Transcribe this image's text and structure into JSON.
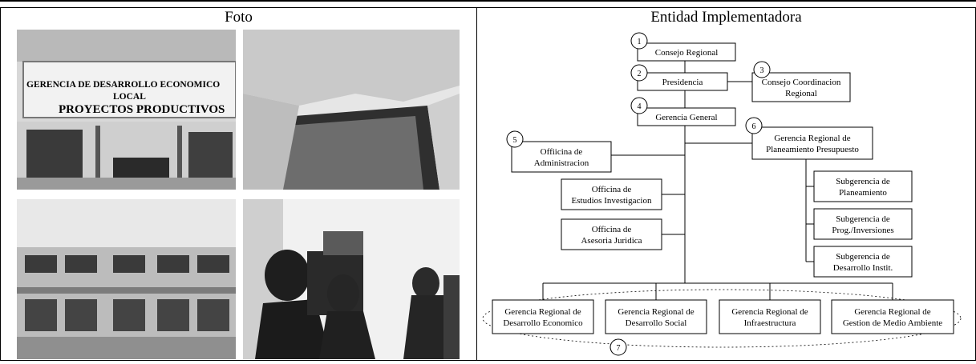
{
  "table": {
    "headers": [
      "Foto",
      "Entidad Implementadora"
    ]
  },
  "photos": {
    "sign_line1": "GERENCIA DE DESARROLLO ECONOMICO",
    "sign_line2": "LOCAL",
    "sign_line3": "PROYECTOS PRODUCTIVOS"
  },
  "org_chart": {
    "nodes": [
      {
        "num": "1",
        "lines": [
          "Consejo Regional"
        ]
      },
      {
        "num": "2",
        "lines": [
          "Presidencia"
        ]
      },
      {
        "num": "3",
        "lines": [
          "Consejo Coordinacion",
          "Regional"
        ]
      },
      {
        "num": "4",
        "lines": [
          "Gerencia General"
        ]
      },
      {
        "num": "5",
        "lines": [
          "Offiicina de",
          "Administracion"
        ]
      },
      {
        "num": "6",
        "lines": [
          "Gerencia Regional de",
          "Planeamiento Presupuesto"
        ]
      },
      {
        "num": "",
        "lines": [
          "Officina de",
          "Estudios Investigacion"
        ]
      },
      {
        "num": "",
        "lines": [
          "Officina de",
          "Asesoria Juridica"
        ]
      },
      {
        "num": "",
        "lines": [
          "Subgerencia de",
          "Planeamiento"
        ]
      },
      {
        "num": "",
        "lines": [
          "Subgerencia de",
          "Prog./Inversiones"
        ]
      },
      {
        "num": "",
        "lines": [
          "Subgerencia de",
          "Desarrollo Instit."
        ]
      },
      {
        "num": "",
        "lines": [
          "Gerencia Regional de",
          "Desarrollo Economico"
        ]
      },
      {
        "num": "",
        "lines": [
          "Gerencia Regional de",
          "Desarrollo Social"
        ]
      },
      {
        "num": "",
        "lines": [
          "Gerencia Regional de",
          "Infraestructura"
        ]
      },
      {
        "num": "",
        "lines": [
          "Gerencia Regional de",
          "Gestion de Medio Ambiente"
        ]
      }
    ],
    "group_marker": "7"
  }
}
